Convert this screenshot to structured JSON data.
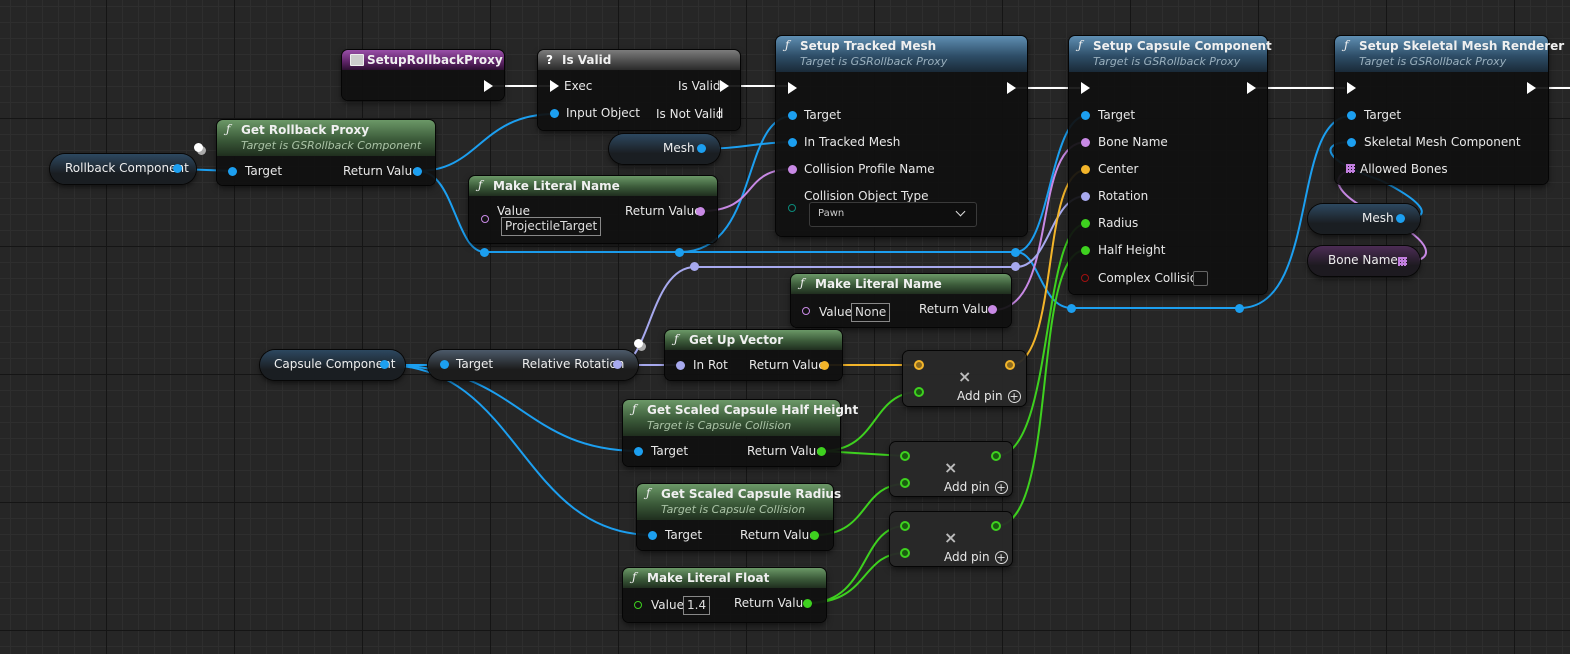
{
  "colors": {
    "object": "#1c9ff0",
    "name": "#c889e5",
    "vector": "#f3b52a",
    "rotator": "#a7a9ee",
    "float": "#3ed11f",
    "bool": "#a01010",
    "exec": "#ffffff"
  },
  "nodes": {
    "setup_rollback_proxy": {
      "title": "SetupRollbackProxy"
    },
    "is_valid": {
      "title": "Is Valid",
      "exec_in": "Exec",
      "input_object": "Input Object",
      "is_valid_out": "Is Valid",
      "is_not_valid_out": "Is Not Valid"
    },
    "setup_tracked_mesh": {
      "title": "Setup Tracked Mesh",
      "subtitle": "Target is GSRollback Proxy",
      "target": "Target",
      "in_tracked_mesh": "In Tracked Mesh",
      "collision_profile_name": "Collision Profile Name",
      "collision_object_type": "Collision Object Type",
      "collision_object_type_value": "Pawn"
    },
    "setup_capsule_component": {
      "title": "Setup Capsule Component",
      "subtitle": "Target is GSRollback Proxy",
      "target": "Target",
      "bone_name": "Bone Name",
      "center": "Center",
      "rotation": "Rotation",
      "radius": "Radius",
      "half_height": "Half Height",
      "complex_collision": "Complex Collision"
    },
    "setup_skeletal_mesh_renderer": {
      "title": "Setup Skeletal Mesh Renderer",
      "subtitle": "Target is GSRollback Proxy",
      "target": "Target",
      "skeletal_mesh_component": "Skeletal Mesh Component",
      "allowed_bones": "Allowed Bones"
    },
    "get_rollback_proxy": {
      "title": "Get Rollback Proxy",
      "subtitle": "Target is GSRollback Component",
      "target": "Target",
      "return_value": "Return Value"
    },
    "make_literal_name_1": {
      "title": "Make Literal Name",
      "value_label": "Value",
      "value": "ProjectileTarget",
      "return_value": "Return Value"
    },
    "make_literal_name_2": {
      "title": "Make Literal Name",
      "value_label": "Value",
      "value": "None",
      "return_value": "Return Value"
    },
    "get_up_vector": {
      "title": "Get Up Vector",
      "in_rot": "In Rot",
      "return_value": "Return Value"
    },
    "get_scaled_capsule_half_height": {
      "title": "Get Scaled Capsule Half Height",
      "subtitle": "Target is Capsule Collision",
      "target": "Target",
      "return_value": "Return Value"
    },
    "get_scaled_capsule_radius": {
      "title": "Get Scaled Capsule Radius",
      "subtitle": "Target is Capsule Collision",
      "target": "Target",
      "return_value": "Return Value"
    },
    "make_literal_float": {
      "title": "Make Literal Float",
      "value_label": "Value",
      "value": "1.4",
      "return_value": "Return Value"
    },
    "break_rotation": {
      "target": "Target",
      "relative_rotation": "Relative Rotation"
    },
    "multiply_nodes": {
      "symbol": "×",
      "add_pin": "Add pin"
    }
  },
  "variables": {
    "rollback_component": "Rollback Component",
    "mesh_1": "Mesh",
    "capsule_component": "Capsule Component",
    "mesh_2": "Mesh",
    "bone_names": "Bone Names"
  }
}
